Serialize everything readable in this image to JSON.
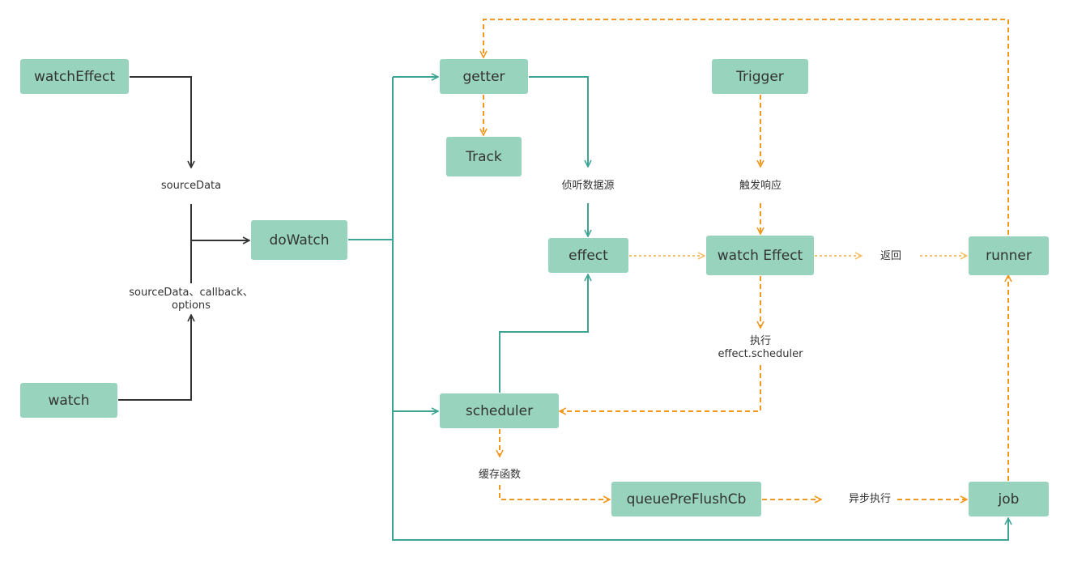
{
  "colors": {
    "node_fill": "#97d3bd",
    "solid_arrow": "#333333",
    "teal_arrow": "#3ea594",
    "orange_dashed": "#f0981f",
    "light_orange_dotted": "#f5c370"
  },
  "nodes": {
    "watchEffect": "watchEffect",
    "watch": "watch",
    "doWatch": "doWatch",
    "getter": "getter",
    "track": "Track",
    "trigger": "Trigger",
    "effect": "effect",
    "watch_effect": "watch Effect",
    "runner": "runner",
    "scheduler": "scheduler",
    "queuePreFlushCb": "queuePreFlushCb",
    "job": "job"
  },
  "labels": {
    "sourceData": "sourceData",
    "args_line1": "sourceData、callback、",
    "args_line2": "options",
    "listen_source": "侦听数据源",
    "trigger_response": "触发响应",
    "return": "返回",
    "exec_line1": "执行",
    "exec_line2": "effect.scheduler",
    "cache_fn": "缓存函数",
    "async_exec": "异步执行"
  }
}
